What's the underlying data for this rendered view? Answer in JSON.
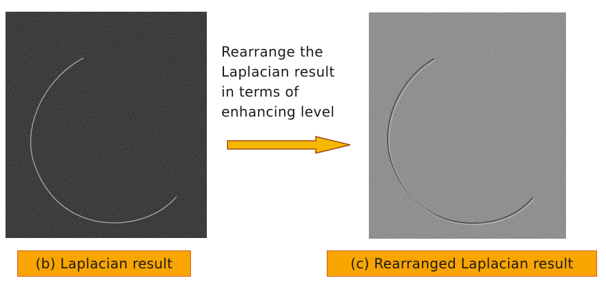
{
  "left_panel": {
    "caption": "(b) Laplacian result",
    "tone": "#2a2a2a"
  },
  "right_panel": {
    "caption": "(c) Rearranged Laplacian result",
    "tone": "#7d7d7d"
  },
  "transition": {
    "lines": [
      "Rearrange the",
      "Laplacian result",
      "in terms of",
      "enhancing level"
    ],
    "arrow_fill": "#f5b800",
    "arrow_stroke": "#a04a10",
    "arrow_icon": "right-arrow-icon"
  },
  "colors": {
    "caption_fill": "#f9a500",
    "caption_border": "#d45a1a"
  }
}
